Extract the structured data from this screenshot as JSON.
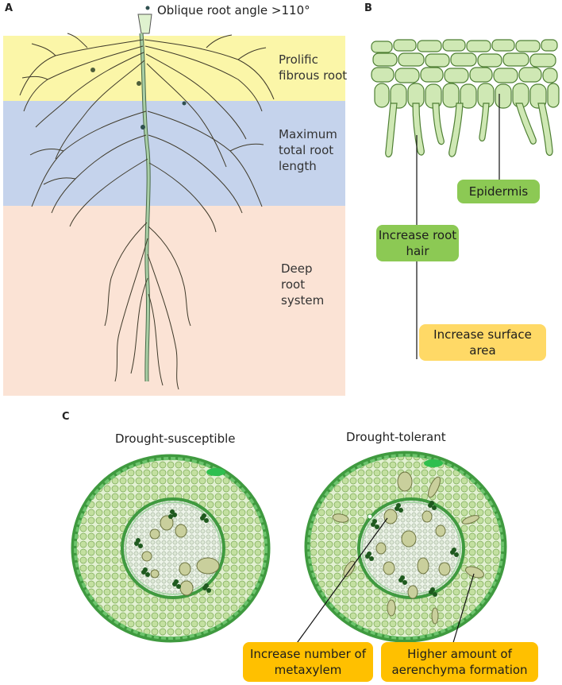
{
  "panels": {
    "a": "A",
    "b": "B",
    "c": "C"
  },
  "panel_a": {
    "top_label": "Oblique root angle >110°",
    "zones": [
      {
        "label": "Prolific fibrous root",
        "color": "#fbf6a8"
      },
      {
        "label": "Maximum total root length",
        "color": "#c5d3ec"
      },
      {
        "label": "Deep root system",
        "color": "#fbe3d5"
      }
    ]
  },
  "panel_b": {
    "epidermis": "Epidermis",
    "root_hair": "Increase root hair",
    "surface_area": "Increase surface area"
  },
  "panel_c": {
    "susceptible_title": "Drought-susceptible",
    "tolerant_title": "Drought-tolerant",
    "metaxylem": "Increase number of metaxylem",
    "aerenchyma": "Higher amount of aerenchyma formation"
  },
  "colors": {
    "cell_fill": "#cfe8b4",
    "cell_stroke": "#5f8f3a",
    "epidermis_cell": "#5cc45c",
    "xylem": "#c9cf9c",
    "phloem": "#1f5a1f",
    "root_stroke": "#3f3a2a"
  }
}
